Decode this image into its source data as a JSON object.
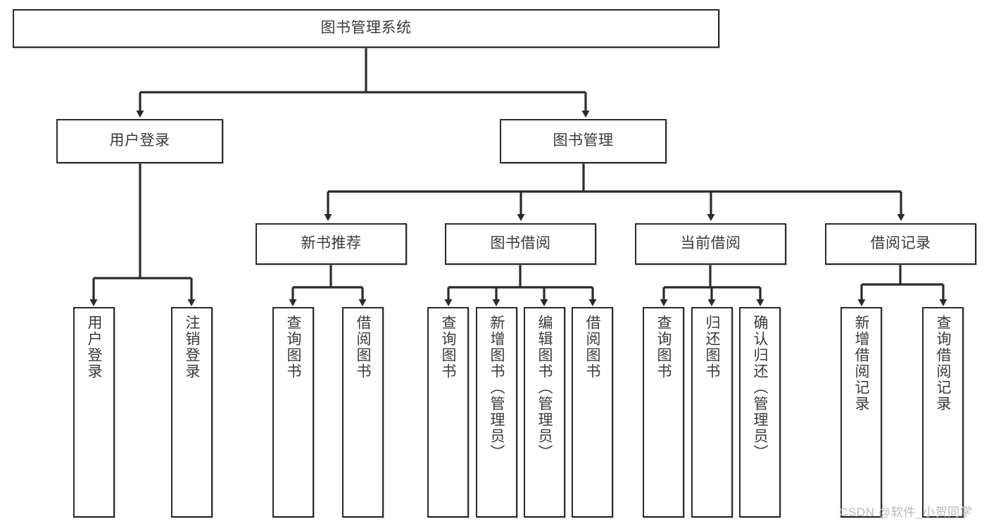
{
  "diagram": {
    "title": "图书管理系统",
    "type": "tree",
    "watermark": "CSDN @软件_小贺同学",
    "colors": {
      "node_border": "#2b2b2b",
      "node_fill": "#ffffff",
      "text": "#3a3a3a",
      "edge": "#2b2b2b",
      "watermark": "#b9b9b9"
    },
    "nodes": {
      "root": {
        "label": "图书管理系统"
      },
      "level2": [
        {
          "label": "用户登录"
        },
        {
          "label": "图书管理"
        }
      ],
      "level3": [
        {
          "label": "新书推荐"
        },
        {
          "label": "图书借阅"
        },
        {
          "label": "当前借阅"
        },
        {
          "label": "借阅记录"
        }
      ],
      "leaves_user_login": [
        {
          "label": "用户登录"
        },
        {
          "label": "注销登录"
        }
      ],
      "leaves_new_book": [
        {
          "label": "查询图书"
        },
        {
          "label": "借阅图书"
        }
      ],
      "leaves_borrow": [
        {
          "label": "查询图书"
        },
        {
          "label": "新增图书（管理员）"
        },
        {
          "label": "编辑图书（管理员）"
        },
        {
          "label": "借阅图书"
        }
      ],
      "leaves_current": [
        {
          "label": "查询图书"
        },
        {
          "label": "归还图书"
        },
        {
          "label": "确认归还（管理员）"
        }
      ],
      "leaves_records": [
        {
          "label": "新增借阅记录"
        },
        {
          "label": "查询借阅记录"
        }
      ]
    }
  }
}
